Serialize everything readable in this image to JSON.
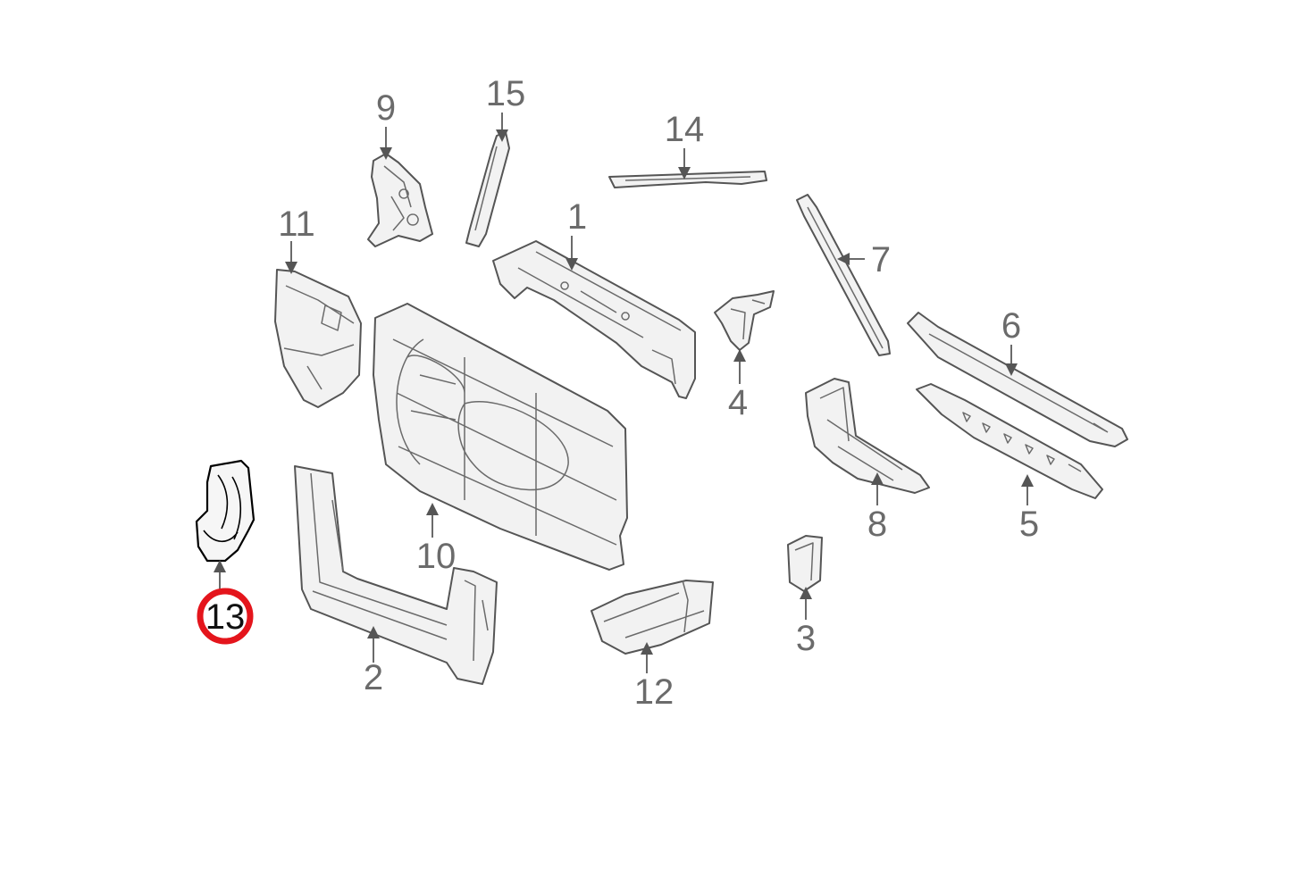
{
  "diagram": {
    "callouts": [
      {
        "id": "c1",
        "label": "1"
      },
      {
        "id": "c2",
        "label": "2"
      },
      {
        "id": "c3",
        "label": "3"
      },
      {
        "id": "c4",
        "label": "4"
      },
      {
        "id": "c5",
        "label": "5"
      },
      {
        "id": "c6",
        "label": "6"
      },
      {
        "id": "c7",
        "label": "7"
      },
      {
        "id": "c8",
        "label": "8"
      },
      {
        "id": "c9",
        "label": "9"
      },
      {
        "id": "c10",
        "label": "10"
      },
      {
        "id": "c11",
        "label": "11"
      },
      {
        "id": "c12",
        "label": "12"
      },
      {
        "id": "c13",
        "label": "13"
      },
      {
        "id": "c14",
        "label": "14"
      },
      {
        "id": "c15",
        "label": "15"
      }
    ],
    "highlighted_callout": "13",
    "colors": {
      "highlight_ring": "#e4151c",
      "part_outline": "#555555",
      "callout_text": "#6b6b6b"
    }
  }
}
